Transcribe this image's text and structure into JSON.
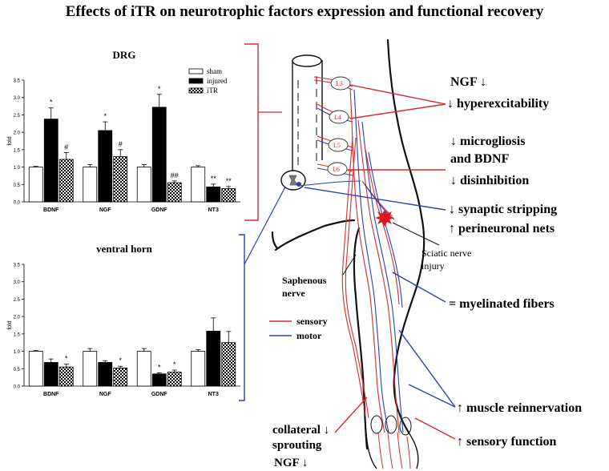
{
  "title": "Effects of iTR on neurotrophic factors expression and functional recovery",
  "legend": [
    {
      "name": "sham",
      "fill": "white"
    },
    {
      "name": "injured",
      "fill": "black"
    },
    {
      "name": "iTR",
      "fill": "check"
    }
  ],
  "chart_data": [
    {
      "type": "bar",
      "title": "DRG",
      "ylabel": "fold",
      "ylim": [
        0,
        3.5
      ],
      "yticks": [
        "0.0",
        "0.5",
        "1.0",
        "1.5",
        "2.0",
        "2.5",
        "3.0",
        "3.5"
      ],
      "categories": [
        "BDNF",
        "NGF",
        "GDNF",
        "NT3"
      ],
      "series": [
        {
          "name": "sham",
          "values": [
            1.0,
            1.0,
            1.0,
            1.0
          ],
          "errors": [
            0.02,
            0.07,
            0.07,
            0.04
          ],
          "marks": [
            "",
            "",
            "",
            ""
          ]
        },
        {
          "name": "injured",
          "values": [
            2.38,
            2.05,
            2.72,
            0.43
          ],
          "errors": [
            0.32,
            0.25,
            0.37,
            0.08
          ],
          "marks": [
            "*",
            "*",
            "*",
            "**"
          ]
        },
        {
          "name": "iTR",
          "values": [
            1.22,
            1.3,
            0.55,
            0.38
          ],
          "errors": [
            0.2,
            0.2,
            0.05,
            0.06
          ],
          "marks": [
            "#",
            "#",
            "##",
            "**"
          ]
        }
      ],
      "legend_position": "top-right"
    },
    {
      "type": "bar",
      "title": "ventral horn",
      "ylabel": "fold",
      "ylim": [
        0,
        3.5
      ],
      "yticks": [
        "0.0",
        "0.5",
        "1.0",
        "1.5",
        "2.0",
        "2.5",
        "3.0",
        "3.5"
      ],
      "categories": [
        "BDNF",
        "NGF",
        "GDNF",
        "NT3"
      ],
      "series": [
        {
          "name": "sham",
          "values": [
            1.0,
            1.0,
            1.0,
            1.0
          ],
          "errors": [
            0.02,
            0.08,
            0.08,
            0.05
          ],
          "marks": [
            "",
            "",
            "",
            ""
          ]
        },
        {
          "name": "injured",
          "values": [
            0.68,
            0.68,
            0.35,
            1.58
          ],
          "errors": [
            0.1,
            0.05,
            0.03,
            0.38
          ],
          "marks": [
            "",
            "",
            "*",
            ""
          ]
        },
        {
          "name": "iTR",
          "values": [
            0.55,
            0.52,
            0.4,
            1.25
          ],
          "errors": [
            0.08,
            0.05,
            0.06,
            0.32
          ],
          "marks": [
            "*",
            "*",
            "*",
            ""
          ]
        }
      ]
    }
  ],
  "diagram": {
    "segments": [
      "L3",
      "L4",
      "L5",
      "L6"
    ],
    "labels": {
      "ngf_top": "NGF ↓",
      "hyperexcitability": "↓ hyperexcitability",
      "microgliosis": "↓ microgliosis",
      "and_bdnf": "and BDNF",
      "disinhibition": "↓ disinhibition",
      "synaptic_stripping": "↓ synaptic stripping",
      "perineuronal_nets": "↑ perineuronal nets",
      "sciatic_1": "Sciatic nerve",
      "sciatic_2": "injury",
      "saphenous_1": "Saphenous",
      "saphenous_2": "nerve",
      "myelinated_fibers": "= myelinated fibers",
      "legend_sensory": "sensory",
      "legend_motor": "motor",
      "muscle_reinnervation": "↑ muscle reinnervation",
      "sensory_function": "↑ sensory function",
      "collateral_1": "collateral ↓",
      "collateral_2": "sprouting",
      "ngf_bottom": "NGF ↓"
    },
    "colors": {
      "sensory": "#d92b2b",
      "motor": "#2b3fb0",
      "bracket_drg": "#d92b2b",
      "bracket_vh": "#2b3fb0"
    }
  }
}
